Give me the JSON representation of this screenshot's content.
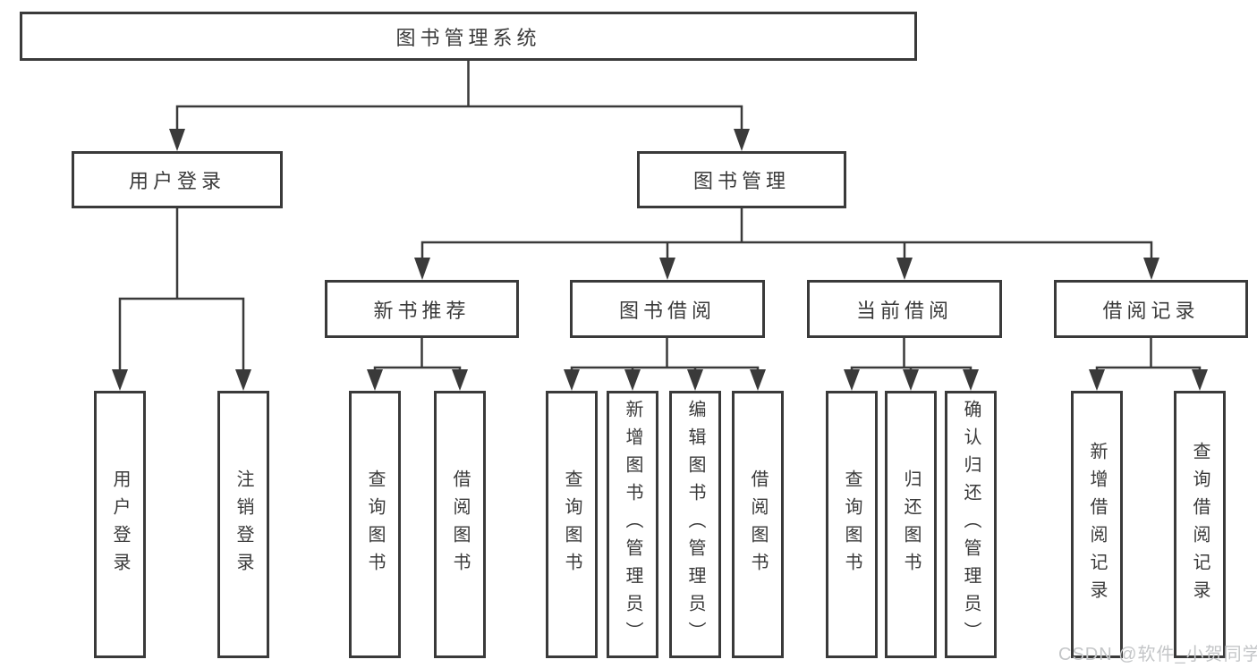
{
  "tree": {
    "label": "图书管理系统",
    "children": [
      {
        "label": "用户登录",
        "children": [
          {
            "label": "用户登录"
          },
          {
            "label": "注销登录"
          }
        ]
      },
      {
        "label": "图书管理",
        "children": [
          {
            "label": "新书推荐",
            "children": [
              {
                "label": "查询图书"
              },
              {
                "label": "借阅图书"
              }
            ]
          },
          {
            "label": "图书借阅",
            "children": [
              {
                "label": "查询图书"
              },
              {
                "label": "新增图书（管理员）"
              },
              {
                "label": "编辑图书（管理员）"
              },
              {
                "label": "借阅图书"
              }
            ]
          },
          {
            "label": "当前借阅",
            "children": [
              {
                "label": "查询图书"
              },
              {
                "label": "归还图书"
              },
              {
                "label": "确认归还（管理员）"
              }
            ]
          },
          {
            "label": "借阅记录",
            "children": [
              {
                "label": "新增借阅记录"
              },
              {
                "label": "查询借阅记录"
              }
            ]
          }
        ]
      }
    ]
  },
  "watermark": "CSDN @软件_小贺同学",
  "colors": {
    "line": "#3a3a3a",
    "text": "#3a3a3a",
    "background": "#ffffff",
    "watermark": "#c4c6c8"
  }
}
